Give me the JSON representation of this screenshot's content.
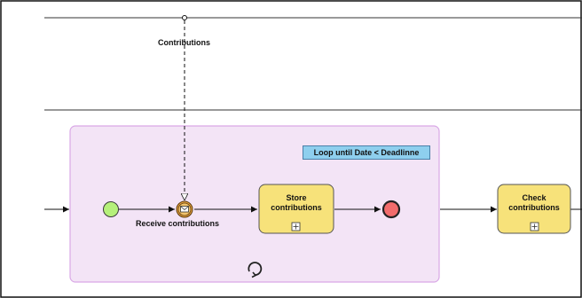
{
  "flow_label": "Contributions",
  "annotation": "Loop until Date < Deadlinne",
  "receive_task": {
    "label": "Receive contributions"
  },
  "store_task": {
    "line1": "Store",
    "line2": "contributions"
  },
  "check_task": {
    "line1": "Check",
    "line2": "contributions"
  },
  "colors": {
    "subprocess_fill": "#f3e4f6",
    "subprocess_border": "#d9a8e6",
    "task_fill": "#f7e27a",
    "start_event": "#b5f07a",
    "end_event": "#f26c6c",
    "annotation_fill": "#8ecfee"
  }
}
